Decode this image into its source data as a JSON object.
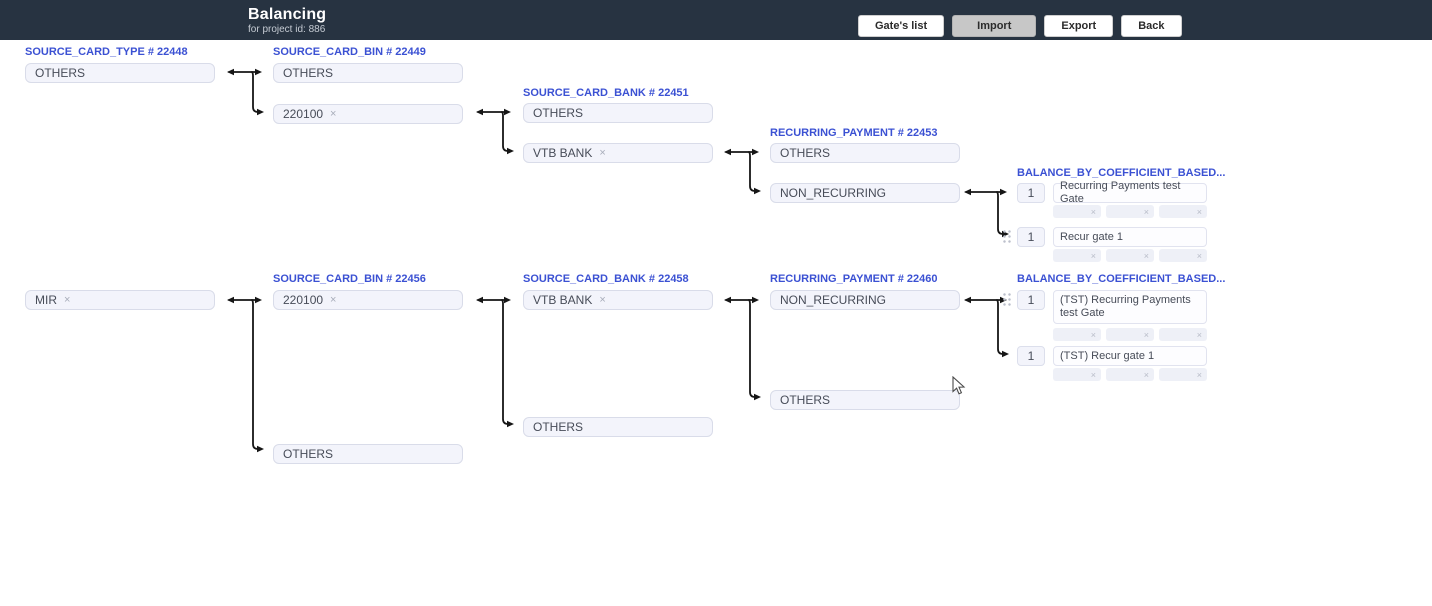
{
  "header": {
    "title": "Balancing",
    "subtitle": "for project id: 886",
    "buttons": [
      {
        "label": "Gate's list",
        "active": false
      },
      {
        "label": "Import",
        "active": true
      },
      {
        "label": "Export",
        "active": false
      },
      {
        "label": "Back",
        "active": false
      }
    ]
  },
  "icons": {
    "remove": "×"
  },
  "colors": {
    "header_bg": "#273341",
    "label_blue": "#3b51d3",
    "box_bg": "#f3f4fb",
    "box_border": "#d9dce9",
    "import_button_bg": "#c7c7c7",
    "connector": "#161616"
  },
  "labels": [
    "SOURCE_CARD_TYPE # 22448",
    "SOURCE_CARD_BIN # 22449",
    "SOURCE_CARD_BANK # 22451",
    "RECURRING_PAYMENT # 22453",
    "BALANCE_BY_COEFFICIENT_BASED...",
    "SOURCE_CARD_BIN # 22456",
    "SOURCE_CARD_BANK # 22458",
    "RECURRING_PAYMENT # 22460",
    "BALANCE_BY_COEFFICIENT_BASED..."
  ],
  "boxes": [
    {
      "text": "OTHERS",
      "removable": false
    },
    {
      "text": "MIR",
      "removable": true
    },
    {
      "text": "OTHERS",
      "removable": false
    },
    {
      "text": "220100",
      "removable": true
    },
    {
      "text": "220100",
      "removable": true
    },
    {
      "text": "OTHERS",
      "removable": false
    },
    {
      "text": "OTHERS",
      "removable": false
    },
    {
      "text": "VTB BANK",
      "removable": true
    },
    {
      "text": "VTB BANK",
      "removable": true
    },
    {
      "text": "OTHERS",
      "removable": false
    },
    {
      "text": "OTHERS",
      "removable": false
    },
    {
      "text": "NON_RECURRING",
      "removable": false
    },
    {
      "text": "NON_RECURRING",
      "removable": false
    },
    {
      "text": "OTHERS",
      "removable": false
    }
  ],
  "balance_groups": [
    {
      "label": "BALANCE_BY_COEFFICIENT_BASED...",
      "rows": [
        {
          "coefficient": "1",
          "gate": "Recurring Payments test Gate"
        },
        {
          "coefficient": "1",
          "gate": "Recur gate 1"
        }
      ]
    },
    {
      "label": "BALANCE_BY_COEFFICIENT_BASED...",
      "rows": [
        {
          "coefficient": "1",
          "gate": "(TST) Recurring Payments test Gate"
        },
        {
          "coefficient": "1",
          "gate": "(TST) Recur gate 1"
        }
      ]
    }
  ]
}
